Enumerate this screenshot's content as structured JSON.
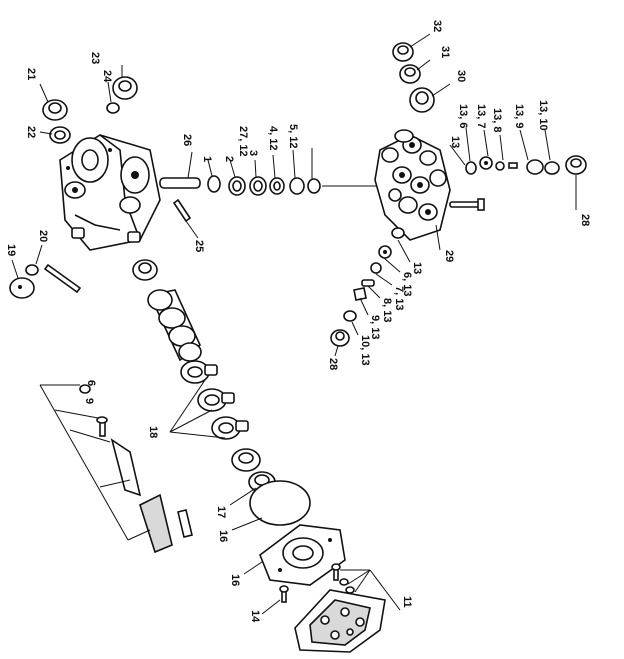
{
  "diagram": {
    "callouts": [
      {
        "id": "c32",
        "text": "32"
      },
      {
        "id": "c31",
        "text": "31"
      },
      {
        "id": "c30",
        "text": "30"
      },
      {
        "id": "c13_10",
        "text": "13, 10"
      },
      {
        "id": "c13_9",
        "text": "13, 9"
      },
      {
        "id": "c13_8",
        "text": "13, 8"
      },
      {
        "id": "c13_7",
        "text": "13, 7"
      },
      {
        "id": "c13_6",
        "text": "13, 6"
      },
      {
        "id": "c13",
        "text": "13"
      },
      {
        "id": "c28r",
        "text": "28"
      },
      {
        "id": "c29",
        "text": "29"
      },
      {
        "id": "c13b",
        "text": "13"
      },
      {
        "id": "c6_13",
        "text": "6, 13"
      },
      {
        "id": "c7_13",
        "text": "7, 13"
      },
      {
        "id": "c8_13",
        "text": "8, 13"
      },
      {
        "id": "c9_13",
        "text": "9, 13"
      },
      {
        "id": "c10_13",
        "text": "10, 13"
      },
      {
        "id": "c28b",
        "text": "28"
      },
      {
        "id": "c23",
        "text": "23"
      },
      {
        "id": "c24",
        "text": "24"
      },
      {
        "id": "c21",
        "text": "21"
      },
      {
        "id": "c22",
        "text": "22"
      },
      {
        "id": "c20",
        "text": "20"
      },
      {
        "id": "c19",
        "text": "19"
      },
      {
        "id": "c26",
        "text": "26"
      },
      {
        "id": "c25",
        "text": "25"
      },
      {
        "id": "c1",
        "text": "1"
      },
      {
        "id": "c2",
        "text": "2"
      },
      {
        "id": "c3",
        "text": "3"
      },
      {
        "id": "c27_12",
        "text": "27, 12"
      },
      {
        "id": "c4_12",
        "text": "4, 12"
      },
      {
        "id": "c5_12",
        "text": "5, 12"
      },
      {
        "id": "c18",
        "text": "18"
      },
      {
        "id": "c17",
        "text": "17"
      },
      {
        "id": "c16a",
        "text": "16"
      },
      {
        "id": "c16b",
        "text": "16"
      },
      {
        "id": "c14",
        "text": "14"
      },
      {
        "id": "c11",
        "text": "11"
      },
      {
        "id": "c6",
        "text": "6"
      },
      {
        "id": "c9",
        "text": "9"
      }
    ]
  }
}
